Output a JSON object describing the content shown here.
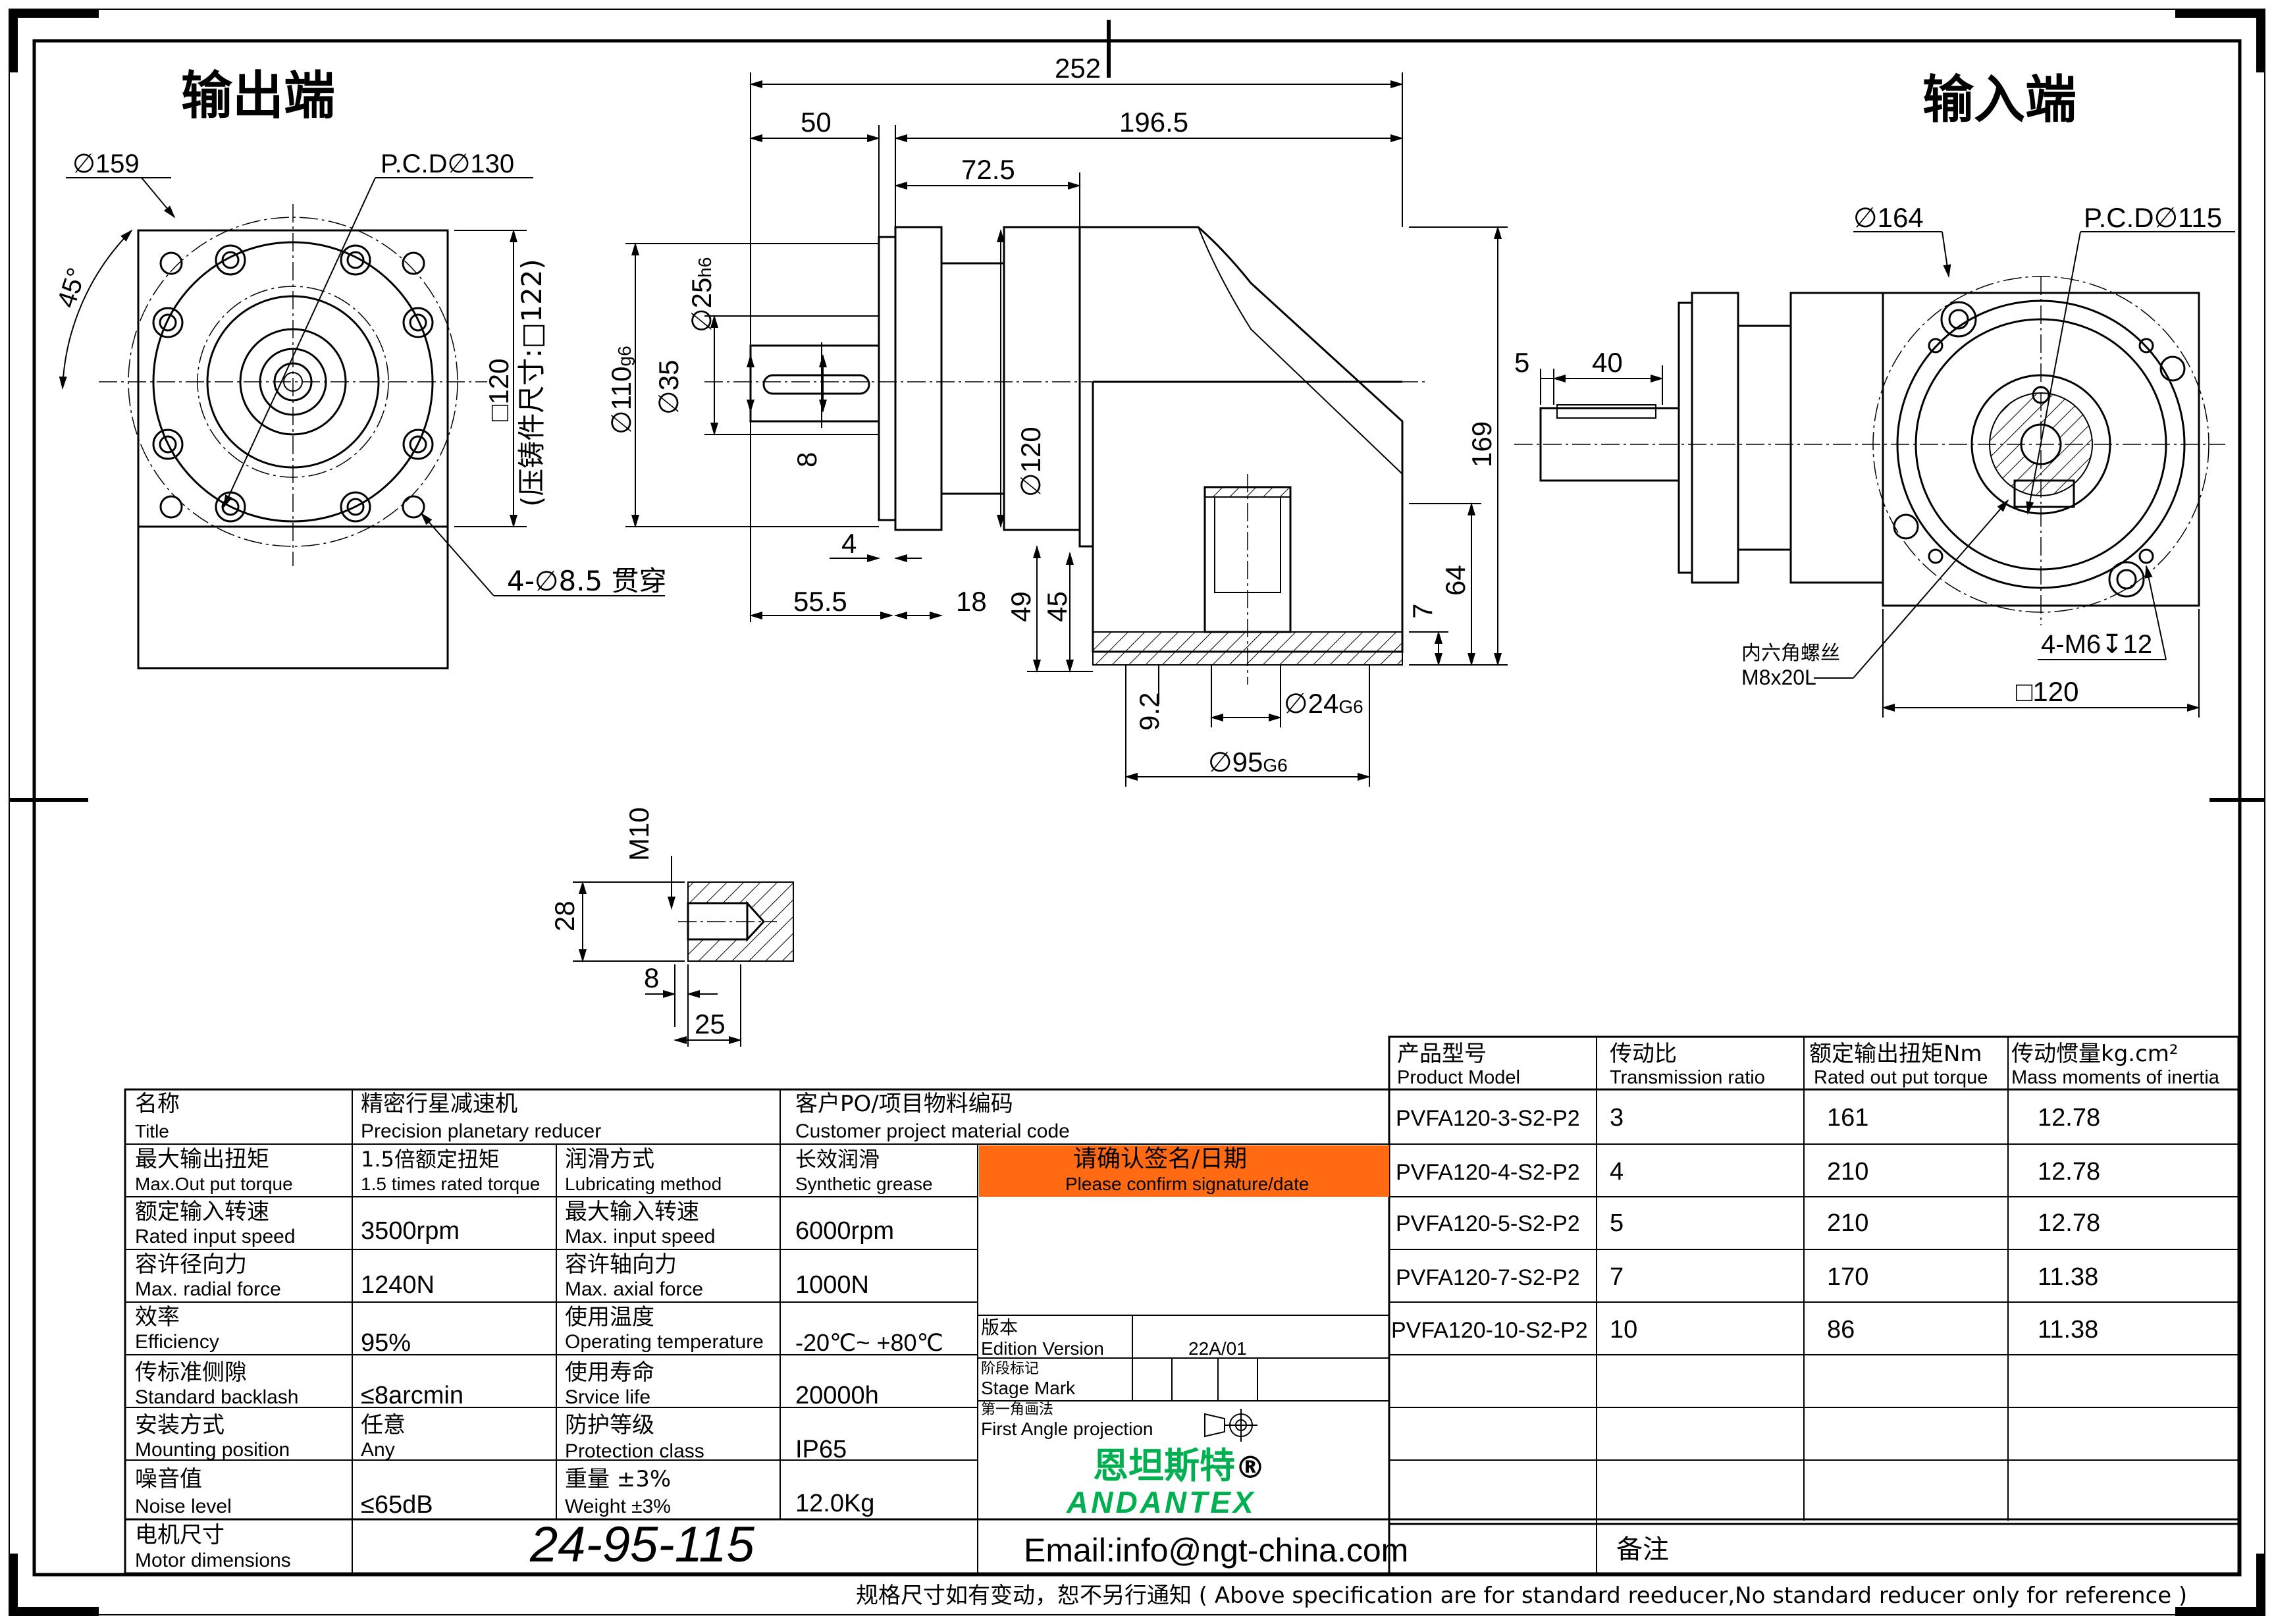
{
  "views": {
    "output_end_label": "输出端",
    "input_end_label": "输入端"
  },
  "dimensions": {
    "overall_length": "252",
    "flange_length": "50",
    "body_length": "196.5",
    "housing_length": "72.5",
    "dia_159": "∅159",
    "pcd_130": "P.C.D∅130",
    "angle_45": "45°",
    "square_120_cast": "□120",
    "cast_note": "(压铸件尺寸:□122)",
    "holes_4x85": "4-∅8.5 贯穿",
    "dia_110": "∅110",
    "dia_110_tol": "g6",
    "dia_35": "∅35",
    "dia_25": "∅25",
    "dia_25_tol": "h6",
    "key_8": "8",
    "dia_120": "∅120",
    "dim_4": "4",
    "dim_55_5": "55.5",
    "dim_18": "18",
    "dim_49": "49",
    "dim_45": "45",
    "dim_169": "169",
    "dim_64": "64",
    "dim_7": "7",
    "dim_9_2": "9.2",
    "dia_24": "∅24",
    "dia_24_tol": "G6",
    "dia_95": "∅95",
    "dia_95_tol": "G6",
    "dim_5": "5",
    "dim_40": "40",
    "dia_164": "∅164",
    "pcd_115": "P.C.D∅115",
    "socket_screw_cn": "内六角螺丝",
    "socket_screw": "M8x20L",
    "thread_4m6": "4-M6",
    "thread_depth": "12",
    "square_120": "□120",
    "m10": "M10",
    "dim_28": "28",
    "dim_8b": "8",
    "dim_25": "25"
  },
  "spec_table": {
    "rows": [
      {
        "k_cn": "名称",
        "k_en": "Title",
        "v": "",
        "v_cn": "精密行星减速机",
        "v_en": "Precision planetary reducer",
        "k2_cn": "",
        "k2_en": "",
        "v2": ""
      },
      {
        "k_cn": "最大输出扭矩",
        "k_en": "Max.Out put torque",
        "v_cn": "1.5倍额定扭矩",
        "v_en": "1.5 times rated torque",
        "k2_cn": "润滑方式",
        "k2_en": "Lubricating method",
        "v2_cn": "长效润滑",
        "v2_en": "Synthetic grease"
      },
      {
        "k_cn": "额定输入转速",
        "k_en": "Rated input speed",
        "v": "3500rpm",
        "k2_cn": "最大输入转速",
        "k2_en": "Max. input speed",
        "v2": "6000rpm"
      },
      {
        "k_cn": "容许径向力",
        "k_en": "Max. radial force",
        "v": "1240N",
        "k2_cn": "容许轴向力",
        "k2_en": "Max. axial force",
        "v2": "1000N"
      },
      {
        "k_cn": "效率",
        "k_en": "Efficiency",
        "v": "95%",
        "k2_cn": "使用温度",
        "k2_en": "Operating temperature",
        "v2": "-20℃~ +80℃"
      },
      {
        "k_cn": "传标准侧隙",
        "k_en": "Standard backlash",
        "v": "≤8arcmin",
        "k2_cn": "使用寿命",
        "k2_en": "Srvice life",
        "v2": "20000h"
      },
      {
        "k_cn": "安装方式",
        "k_en": "Mounting position",
        "v": "Any",
        "v_cn": "任意",
        "k2_cn": "防护等级",
        "k2_en": "Protection class",
        "v2": "IP65"
      },
      {
        "k_cn": "噪音值",
        "k_en": "Noise level",
        "v": "≤65dB",
        "k2_cn": "重量 ±3%",
        "k2_en": "Weight ±3%",
        "v2": "12.0Kg"
      }
    ],
    "motor_cn": "电机尺寸",
    "motor_en": "Motor dimensions",
    "motor_value": "24-95-115",
    "customer_cn": "客户PO/项目物料编码",
    "customer_en": "Customer project material code",
    "confirm_cn": "请确认签名/日期",
    "confirm_en": "Please confirm signature/date",
    "confirm_color": "#ff6a13",
    "edition_cn": "版本",
    "edition_en": "Edition Version",
    "edition_value": "22A/01",
    "stage_cn": "阶段标记",
    "stage_en": "Stage Mark",
    "projection_cn": "第一角画法",
    "projection_en": "First Angle projection",
    "brand_cn": "恩坦斯特",
    "brand_reg": "®",
    "brand_en": "ANDANTEX",
    "brand_color": "#00b050",
    "email": "Email:info@ngt-china.com",
    "remark_cn": "备注"
  },
  "model_table": {
    "headers": [
      {
        "cn": "产品型号",
        "en": "Product Model"
      },
      {
        "cn": "传动比",
        "en": "Transmission ratio"
      },
      {
        "cn": "额定输出扭矩Nm",
        "en": "Rated out put torque"
      },
      {
        "cn": "传动惯量kg.cm²",
        "en": "Mass moments of inertia"
      }
    ],
    "rows": [
      {
        "model": "PVFA120-3-S2-P2",
        "ratio": "3",
        "torque": "161",
        "inertia": "12.78"
      },
      {
        "model": "PVFA120-4-S2-P2",
        "ratio": "4",
        "torque": "210",
        "inertia": "12.78"
      },
      {
        "model": "PVFA120-5-S2-P2",
        "ratio": "5",
        "torque": "210",
        "inertia": "12.78"
      },
      {
        "model": "PVFA120-7-S2-P2",
        "ratio": "7",
        "torque": "170",
        "inertia": "11.38"
      },
      {
        "model": "PVFA120-10-S2-P2",
        "ratio": "10",
        "torque": "86",
        "inertia": "11.38"
      }
    ]
  },
  "footer_note": "规格尺寸如有变动，恕不另行通知  ( Above specification are for standard reeducer,No standard reducer only for reference )"
}
